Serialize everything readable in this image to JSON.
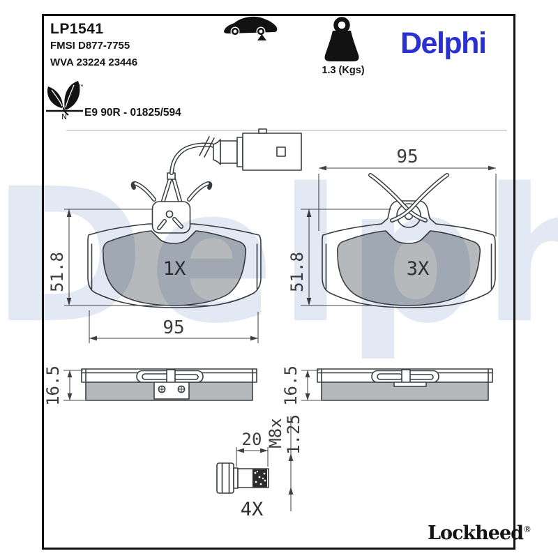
{
  "header": {
    "part_number": "LP1541",
    "fmsi": "FMSI D877-7755",
    "wva": "WVA 23224 23446",
    "weight_label": "1.3 (Kgs)",
    "brand_logo": "Delphi",
    "eco_letter": "N",
    "eco_tm": "™",
    "approval": "E9 90R - 01825/594"
  },
  "watermark_text": "Delphi",
  "drawings": {
    "pad_with_sensor": {
      "label": "1X",
      "height_mm": "51.8",
      "width_mm": "95"
    },
    "pad_plain": {
      "label": "3X",
      "height_mm": "51.8",
      "width_mm": "95"
    },
    "side_left": {
      "thickness_mm": "16.5"
    },
    "side_right": {
      "thickness_mm": "16.5"
    },
    "bolt": {
      "label": "4X",
      "length_mm": "20",
      "thread_spec_a": "M8x",
      "thread_spec_b": "1.25"
    }
  },
  "footer": {
    "brand": "Lockheed",
    "reg_mark": "®"
  },
  "colors": {
    "brand_blue": "#2a30d2",
    "friction_gray": "#b5b9bc",
    "line": "#3a3e42",
    "watermark": "#e2e8f4",
    "frame": "#121212"
  }
}
